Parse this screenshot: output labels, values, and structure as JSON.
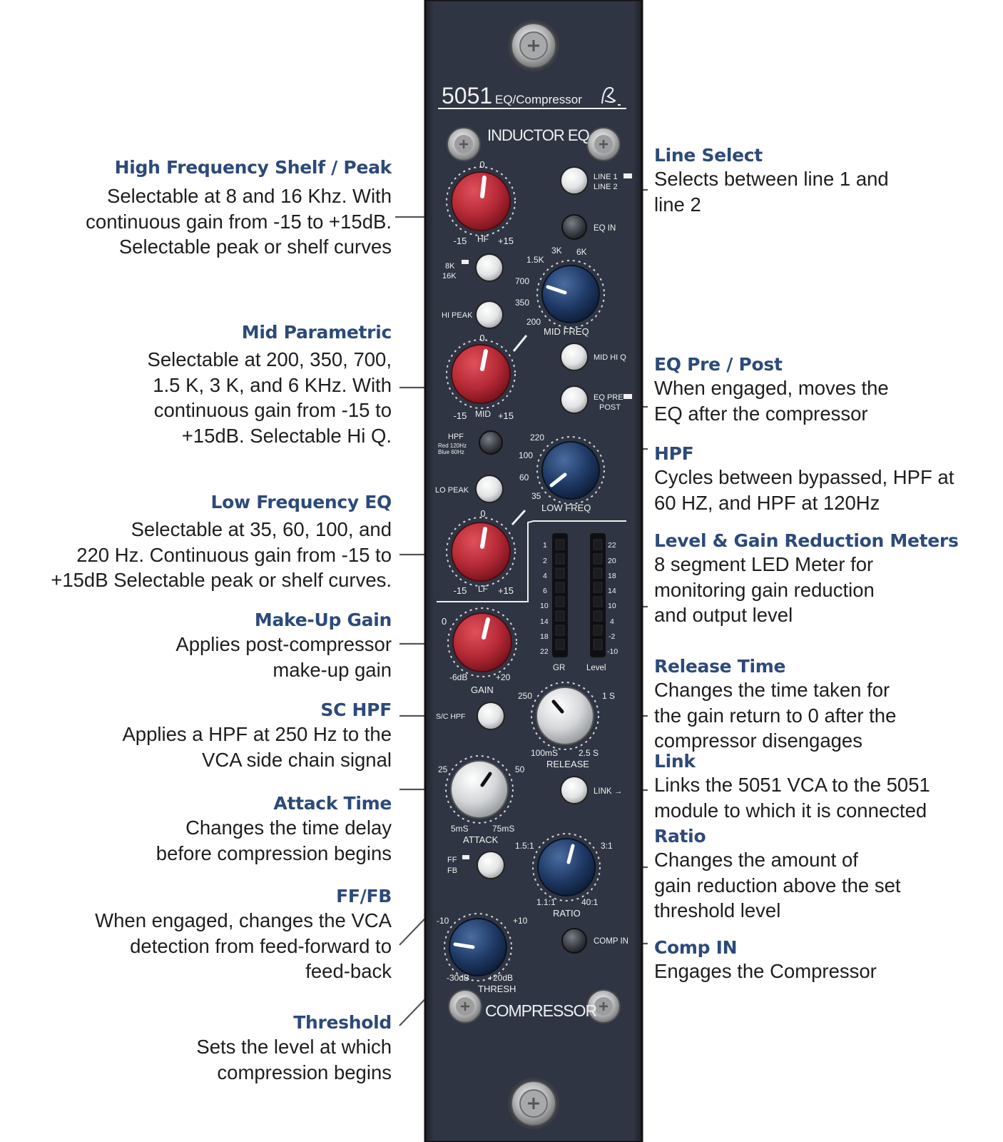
{
  "module": {
    "model": "5051",
    "subtitle": "EQ/Compressor",
    "eq_section": "INDUCTOR EQ",
    "comp_section": "COMPRESSOR",
    "colors": {
      "panel": "#2d3340",
      "red_knob": "#b52a36",
      "blue_knob": "#1f3a66",
      "silver_knob": "#d4d6d8",
      "heading": "#2c4a7a"
    }
  },
  "labels": {
    "hf_zero": "0",
    "hf_min": "-15",
    "hf_name": "HF",
    "hf_max": "+15",
    "line_sel": "LINE 1",
    "line_sel2": "LINE 2",
    "eq_in": "EQ IN",
    "k8": "8K",
    "k16": "16K",
    "mf_15k": "1.5K",
    "mf_3k": "3K",
    "mf_6k": "6K",
    "mf_700": "700",
    "mf_350": "350",
    "mf_200": "200",
    "mid_freq": "MID FREQ",
    "hi_peak": "HI PEAK",
    "mid_zero": "0",
    "mid_min": "-15",
    "mid_name": "MID",
    "mid_max": "+15",
    "mid_hiq": "MID HI Q",
    "eq_prepost": "EQ PRE",
    "eq_post": "POST",
    "hpf": "HPF",
    "hpf_red": "Red 120Hz",
    "hpf_blue": "Blue 60Hz",
    "lf_220": "220",
    "lf_100": "100",
    "lf_60": "60",
    "lf_35": "35",
    "low_freq": "LOW FREQ",
    "lo_peak": "LO PEAK",
    "lf_zero": "0",
    "lf_min": "-15",
    "lf_name": "LF",
    "lf_max": "+15",
    "gr_scale": [
      "1",
      "2",
      "4",
      "6",
      "10",
      "14",
      "18",
      "22"
    ],
    "level_scale": [
      "22",
      "20",
      "18",
      "14",
      "10",
      "4",
      "-2",
      "-10"
    ],
    "gr": "GR",
    "level": "Level",
    "gain_zero": "0",
    "gain_min": "-6dB",
    "gain_max": "+20",
    "gain": "GAIN",
    "sc_hpf": "S/C HPF",
    "rel_250": "250",
    "rel_1s": "1 S",
    "rel_100": "100mS",
    "rel_25": "2.5 S",
    "release": "RELEASE",
    "att_25": "25",
    "att_50": "50",
    "att_5": "5mS",
    "att_75": "75mS",
    "attack": "ATTACK",
    "link": "LINK →",
    "ratio_15": "1.5:1",
    "ratio_3": "3:1",
    "ratio_11": "1.1:1",
    "ratio_40": "40:1",
    "ratio": "RATIO",
    "ff": "FF",
    "fb": "FB",
    "comp_in": "COMP IN",
    "th_m10": "-10",
    "th_p10": "+10",
    "th_m30": "-30dB",
    "th_p20": "+20dB",
    "thresh": "THRESH"
  },
  "annotations": {
    "hf": {
      "title": "High Frequency Shelf / Peak",
      "body": "Selectable at 8 and 16 Khz.  With\ncontinuous gain from -15 to +15dB.\nSelectable peak or shelf curves"
    },
    "mid": {
      "title": "Mid Parametric",
      "body": "Selectable at 200, 350, 700,\n1.5 K, 3 K, and 6 KHz.  With\ncontinuous gain from -15 to\n+15dB.  Selectable Hi Q."
    },
    "lf": {
      "title": "Low Frequency EQ",
      "body": "Selectable at 35, 60, 100, and \n220 Hz.  Continuous gain from -15 to \n+15dB Selectable peak or shelf curves."
    },
    "makeup": {
      "title": "Make-Up Gain",
      "body": "Applies post-compressor \nmake-up gain"
    },
    "schpf": {
      "title": "SC HPF",
      "body": "Applies a HPF at 250 Hz to the\nVCA side chain signal"
    },
    "attack": {
      "title": "Attack Time",
      "body": "Changes the time delay\nbefore compression begins"
    },
    "fffb": {
      "title": "FF/FB",
      "body": "When engaged, changes the VCA\ndetection from feed-forward to\nfeed-back"
    },
    "threshold": {
      "title": "Threshold",
      "body": "Sets the level at which\ncompression begins"
    },
    "line": {
      "title": "Line Select",
      "body": "Selects between line 1 and\nline 2"
    },
    "eqprepost": {
      "title": "EQ Pre / Post",
      "body": "When engaged, moves the\nEQ after the compressor"
    },
    "hpf": {
      "title": "HPF",
      "body": "Cycles between bypassed, HPF at\n60 HZ, and HPF at 120Hz"
    },
    "meters": {
      "title": "Level & Gain Reduction Meters",
      "body": "8 segment LED Meter for\nmonitoring gain reduction\nand output level"
    },
    "release": {
      "title": "Release Time",
      "body": "Changes the time taken for\nthe gain return to 0 after the\ncompressor disengages"
    },
    "link": {
      "title": "Link",
      "body": "Links the 5051 VCA to the 5051\nmodule to which it is connected"
    },
    "ratio": {
      "title": "Ratio",
      "body": "Changes the amount of\ngain reduction above the set\nthreshold level"
    },
    "compin": {
      "title": "Comp IN",
      "body": "Engages the Compressor"
    }
  }
}
